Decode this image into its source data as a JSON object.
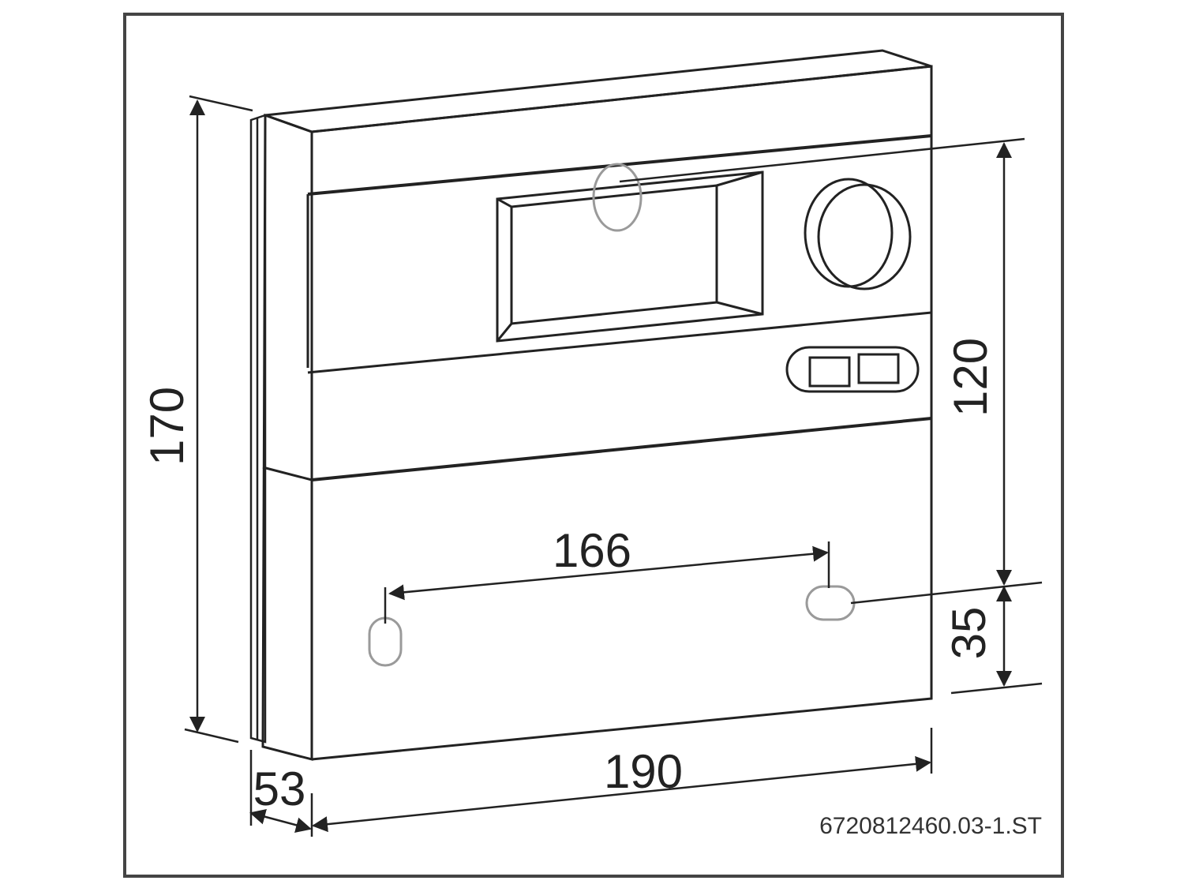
{
  "dimensions": {
    "height_total": "170",
    "height_upper": "120",
    "hole_offset": "35",
    "hole_spacing": "166",
    "width": "190",
    "depth": "53"
  },
  "reference_code": "6720812460.03-1.ST",
  "colors": {
    "frame": "#444444",
    "line": "#222222",
    "hole": "#9a9a9a"
  }
}
